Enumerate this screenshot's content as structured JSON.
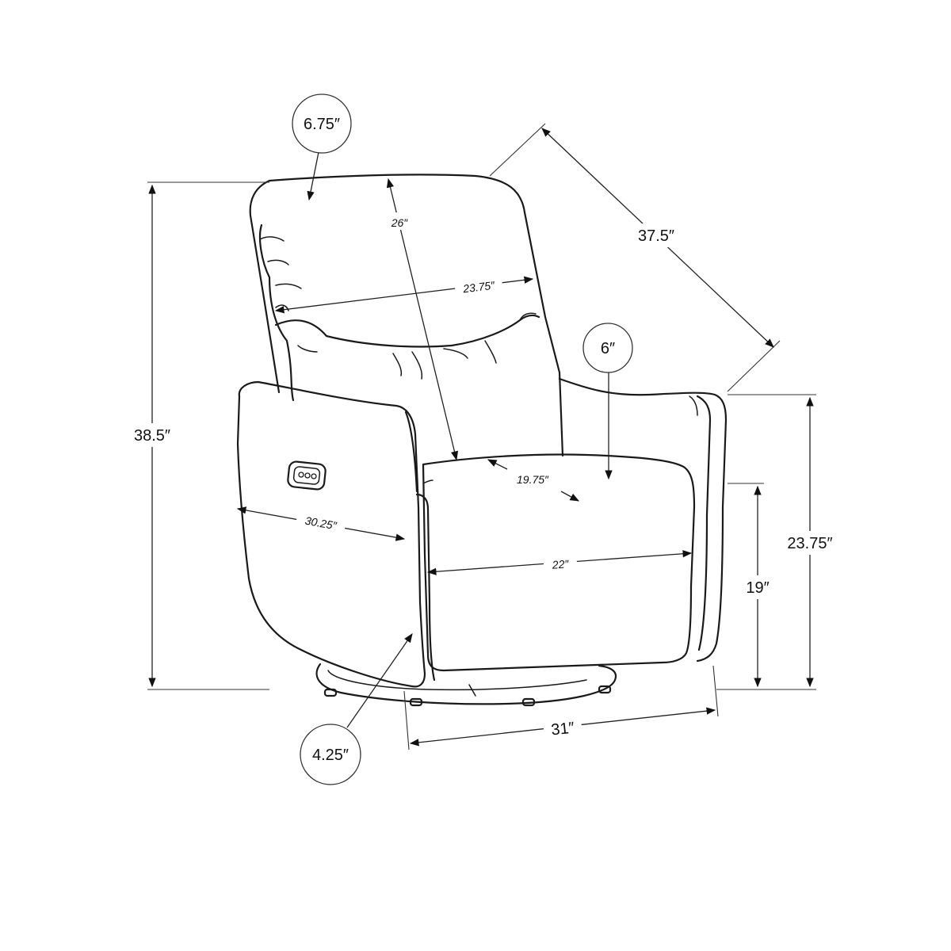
{
  "dimensions": {
    "overall_height": "38.5″",
    "diagonal_depth": "37.5″",
    "back_height": "26″",
    "back_width": "23.75″",
    "seat_depth": "19.75″",
    "arm_depth": "30.25″",
    "seat_width": "22″",
    "arm_height": "23.75″",
    "seat_height": "19″",
    "overall_width": "31″"
  },
  "callouts": {
    "headrest_thickness": "6.75″",
    "cushion_thickness": "6″",
    "arm_width": "4.25″"
  },
  "control_panel_icon": "power-recline-button-icon"
}
